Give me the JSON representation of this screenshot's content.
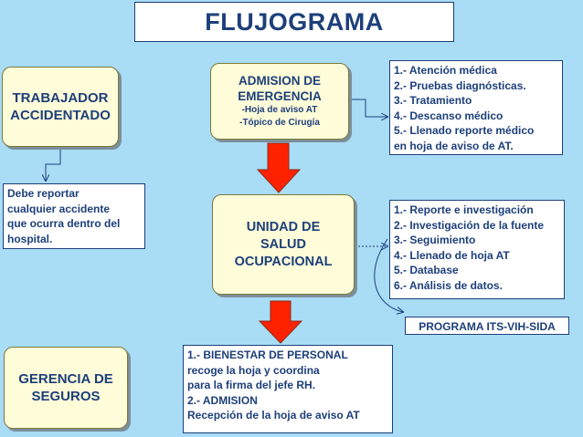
{
  "title": "FLUJOGRAMA",
  "trabajador": {
    "line1": "TRABAJADOR",
    "line2": "ACCIDENTADO"
  },
  "admision": {
    "line1": "ADMISION DE",
    "line2": "EMERGENCIA",
    "sub1": "-Hoja de aviso AT",
    "sub2": "-Tópico de Cirugía"
  },
  "admision_list": [
    "1.- Atención médica",
    "2.- Pruebas diagnósticas.",
    "3.- Tratamiento",
    "4.- Descanso médico",
    "5.- Llenado reporte médico",
    "en hoja de aviso de AT."
  ],
  "debe_reportar": [
    "Debe reportar",
    "cualquier accidente",
    "que ocurra dentro del",
    "hospital."
  ],
  "unidad": {
    "line1": "UNIDAD DE",
    "line2": "SALUD",
    "line3": "OCUPACIONAL"
  },
  "unidad_list": [
    "1.- Reporte e investigación",
    "2.- Investigación de la fuente",
    "3.- Seguimiento",
    "4.- Llenado de hoja AT",
    "5.- Database",
    "6.- Análisis de datos."
  ],
  "programa": "PROGRAMA ITS-VIH-SIDA",
  "gerencia": {
    "line1": "GERENCIA DE",
    "line2": "SEGUROS"
  },
  "bienestar_list": [
    "1.- BIENESTAR DE PERSONAL",
    "recoge la hoja y coordina",
    "para la firma del jefe RH.",
    "2.- ADMISION",
    "Recepción de la hoja de aviso AT"
  ],
  "colors": {
    "background": "#a9dcf5",
    "box_fill": "#fefcd9",
    "text": "#1d3f7a",
    "arrow_fill": "#ff2200",
    "arrow_stroke": "#8a2a1a"
  }
}
